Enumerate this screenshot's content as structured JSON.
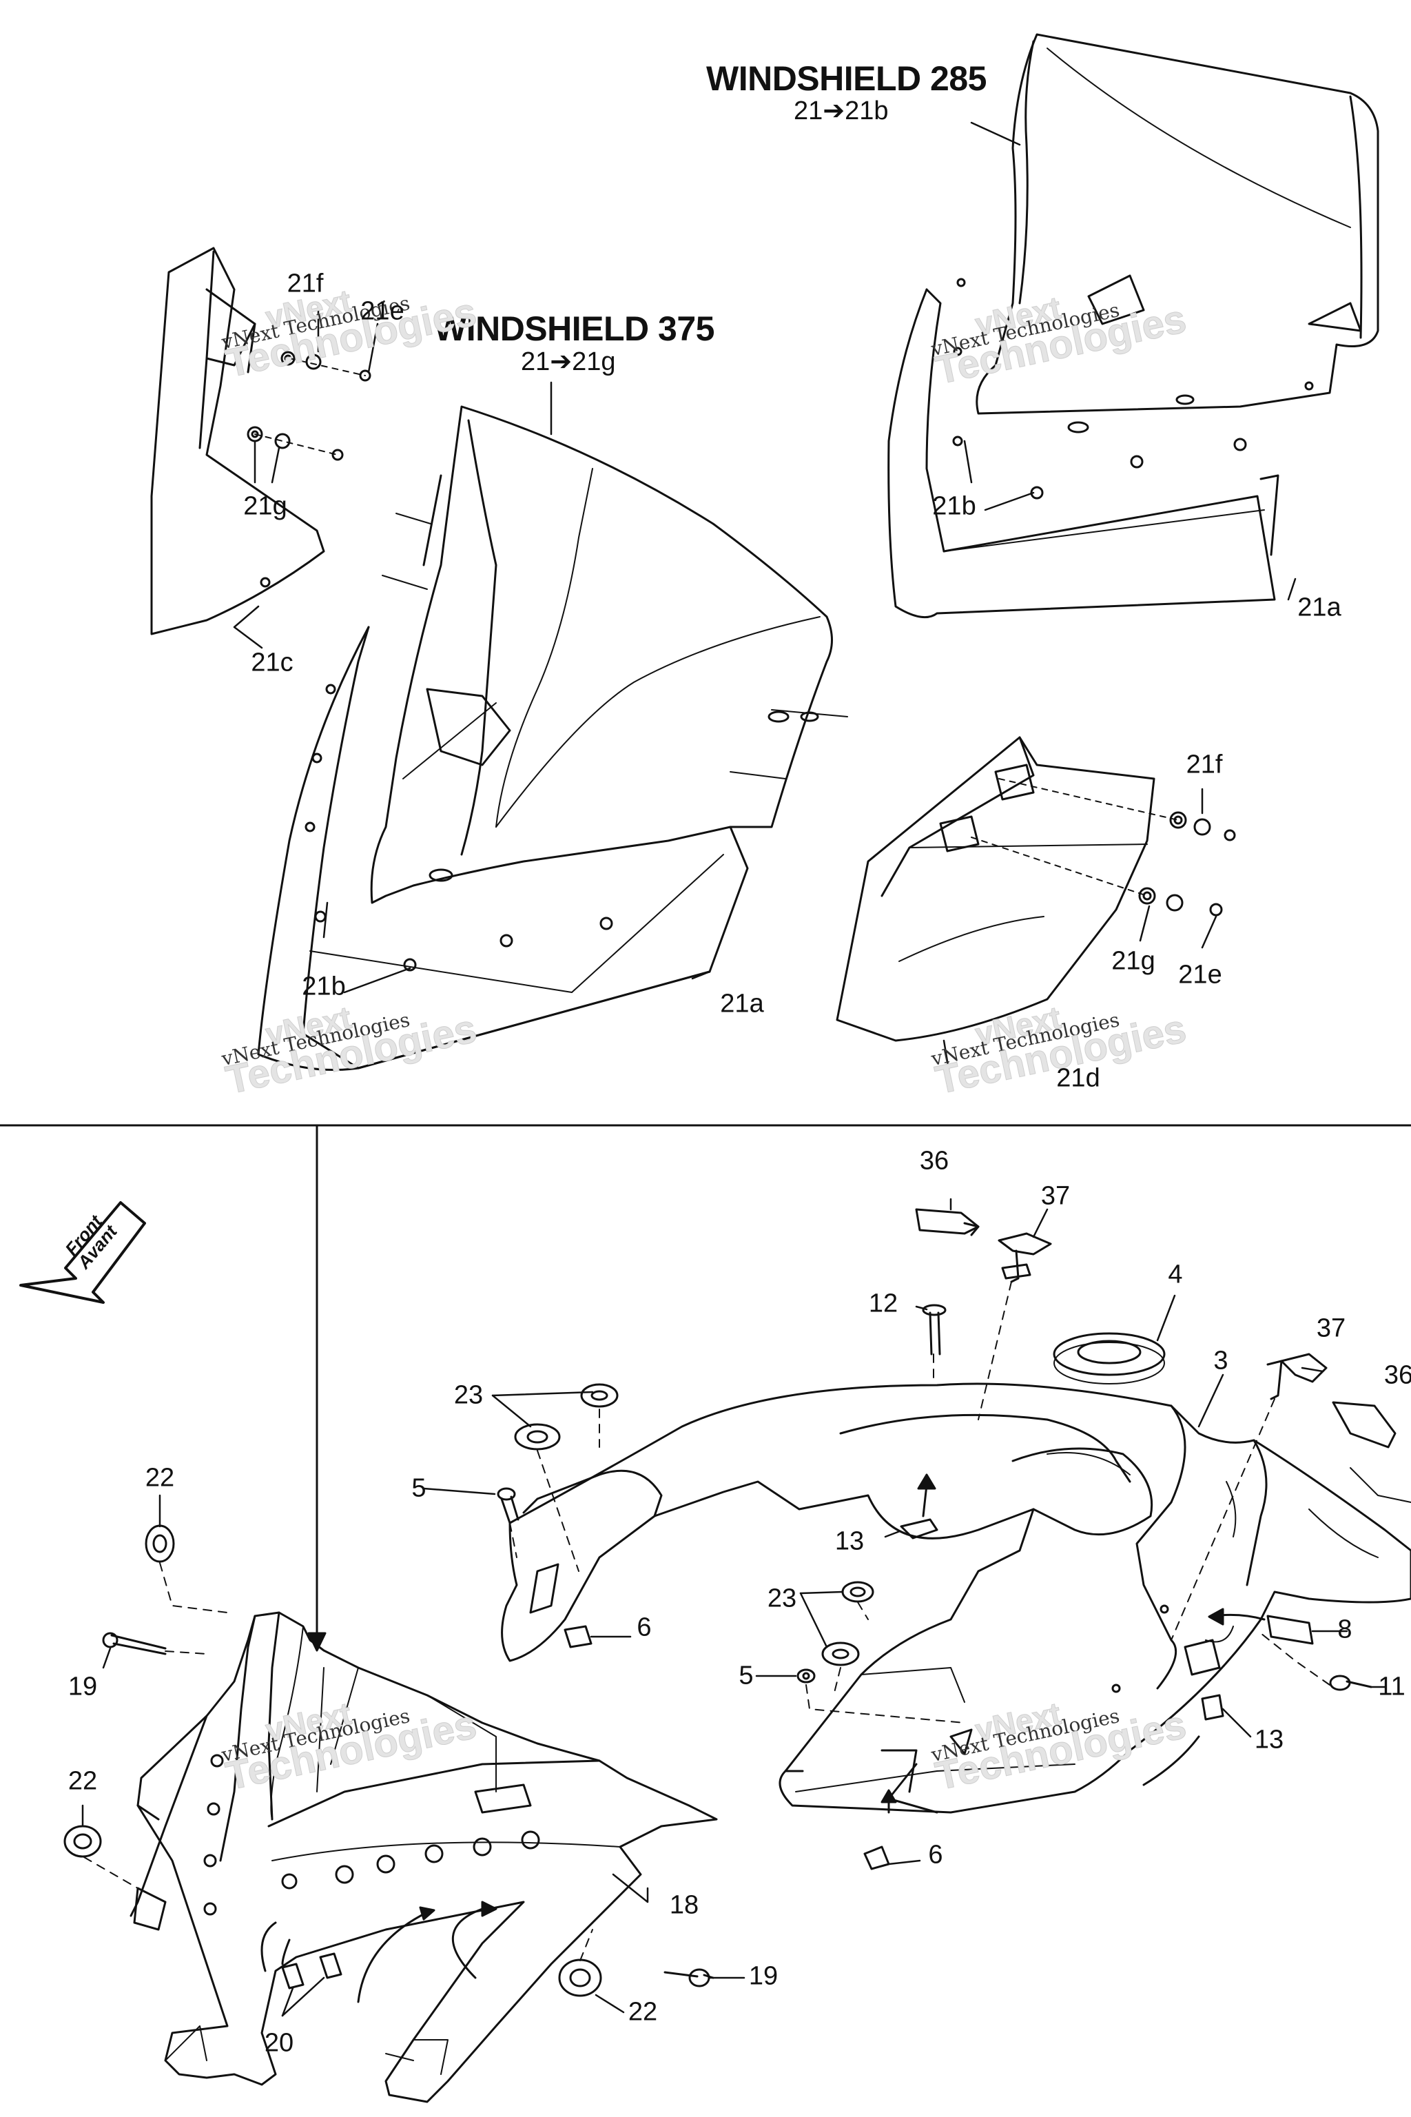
{
  "titles": {
    "w285": "WINDSHIELD 285",
    "w285_sub": "21➔21b",
    "w375": "WINDSHIELD 375",
    "w375_sub": "21➔21g"
  },
  "direction": {
    "line1": "Front",
    "line2": "Avant",
    "icon": "arrow-left-icon"
  },
  "watermark": {
    "top": "vNext",
    "line1": "vNext Technologies",
    "line2": "Technologies"
  },
  "callouts": {
    "c21f_top": "21f",
    "c21e_top": "21e",
    "c21g_top": "21g",
    "c21c": "21c",
    "c21b_left": "21b",
    "c21a_left": "21a",
    "c21b_right": "21b",
    "c21a_right": "21a",
    "c21f_right": "21f",
    "c21g_right": "21g",
    "c21e_right": "21e",
    "c21d": "21d",
    "c36_top": "36",
    "c37_top": "37",
    "c12": "12",
    "c4": "4",
    "c37_right": "37",
    "c3": "3",
    "c36_right": "36",
    "c23_top": "23",
    "c5_top": "5",
    "c13_mid": "13",
    "c23_mid": "23",
    "c5_mid": "5",
    "c6_top": "6",
    "c8": "8",
    "c11": "11",
    "c13_right": "13",
    "c6_bottom": "6",
    "c22_top": "22",
    "c19_left": "19",
    "c22_mid": "22",
    "c18": "18",
    "c19_bottom": "19",
    "c22_bottom": "22",
    "c20": "20"
  }
}
